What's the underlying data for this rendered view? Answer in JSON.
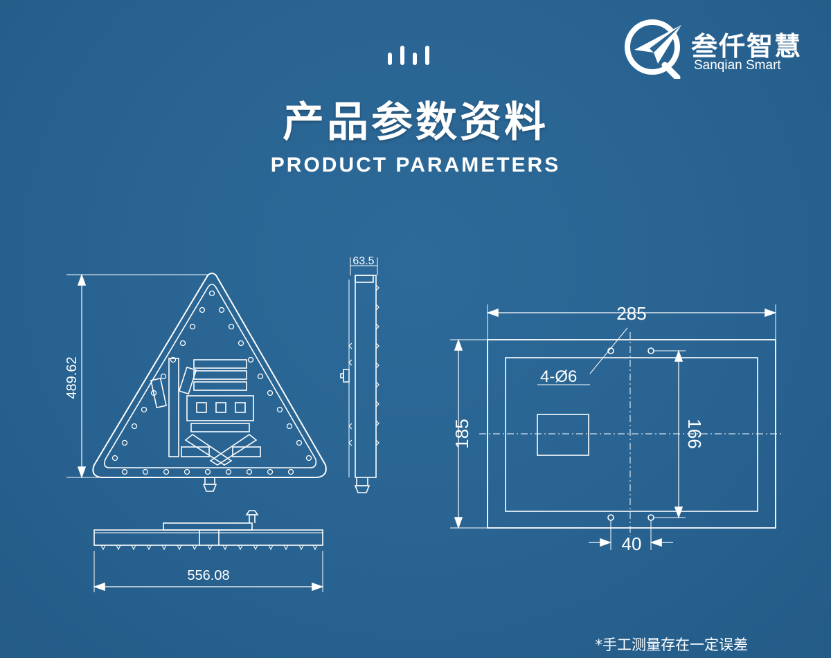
{
  "brand": {
    "name_cn": "叁仟智慧",
    "name_en": "Sanqian Smart",
    "logo_icon": "paper-plane-q-logo-icon"
  },
  "header": {
    "icon": "bar-chart-icon",
    "title_cn": "产品参数资料",
    "title_en": "PRODUCT PARAMETERS"
  },
  "drawings": {
    "front_height": "489.62",
    "side_depth": "63.5",
    "bottom_width": "556.08",
    "bracket_width": "285",
    "bracket_height": "185",
    "hole_spacing_vertical": "166",
    "hole_spacing_horizontal": "40",
    "hole_spec": "4-Ø6"
  },
  "footer": {
    "note": "*手工测量存在一定误差"
  },
  "colors": {
    "background": "#2a6593",
    "line": "#ffffff"
  }
}
